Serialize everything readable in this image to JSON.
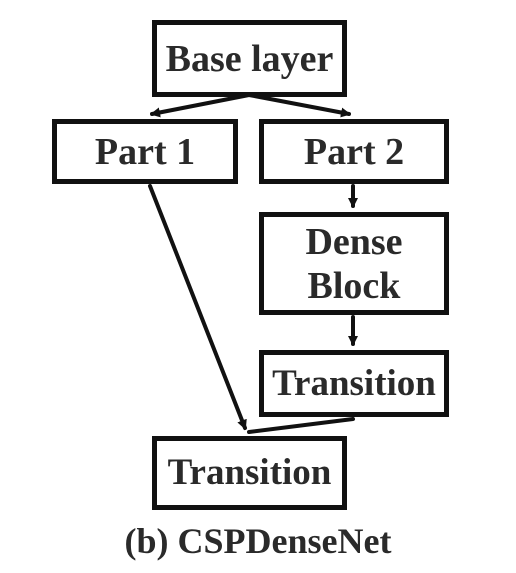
{
  "nodes": {
    "base": "Base layer",
    "part1": "Part 1",
    "part2": "Part 2",
    "dense": [
      "Dense",
      "Block"
    ],
    "transition_inner": "Transition",
    "transition_outer": "Transition"
  },
  "caption": "(b) CSPDenseNet",
  "edge_color": "#111111"
}
